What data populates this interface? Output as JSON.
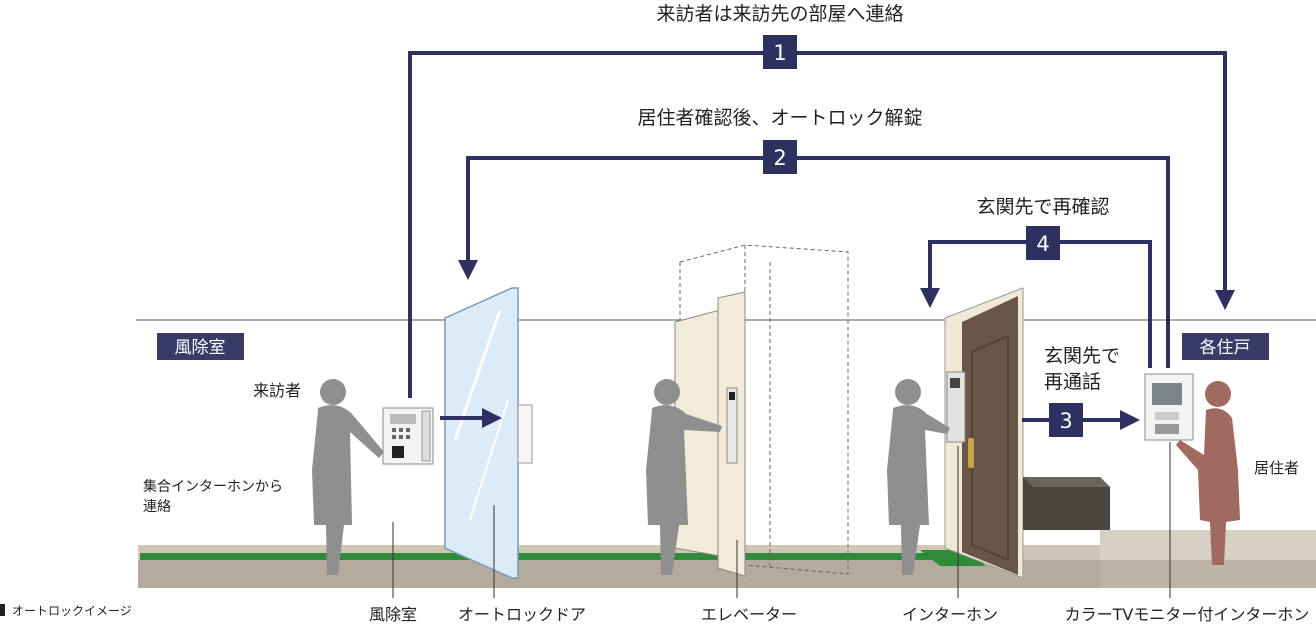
{
  "steps": [
    {
      "number": "1",
      "caption": "来訪者は来訪先の部屋へ連絡"
    },
    {
      "number": "2",
      "caption": "居住者確認後、オートロック解錠"
    },
    {
      "number": "3",
      "caption": "玄関先で\n再通話"
    },
    {
      "number": "4",
      "caption": "玄関先で再確認"
    }
  ],
  "zones": {
    "vestibule": "風除室",
    "residence": "各住戸"
  },
  "labels": {
    "visitor": "来訪者",
    "visitor_action_line1": "集合インターホンから",
    "visitor_action_line2": "連絡",
    "resident": "居住者"
  },
  "bottom_labels": [
    "風除室",
    "オートロックドア",
    "エレベーター",
    "インターホン",
    "カラーTVモニター付インターホン"
  ],
  "legend": {
    "text": "オートロックイメージ"
  },
  "colors": {
    "accent": "#2e3060",
    "visitor_silhouette": "#8f8f8f",
    "resident_silhouette": "#a06a60",
    "path_green": "#2f8a3a",
    "glass": "#dcebf8",
    "door_brown": "#6a5646"
  }
}
